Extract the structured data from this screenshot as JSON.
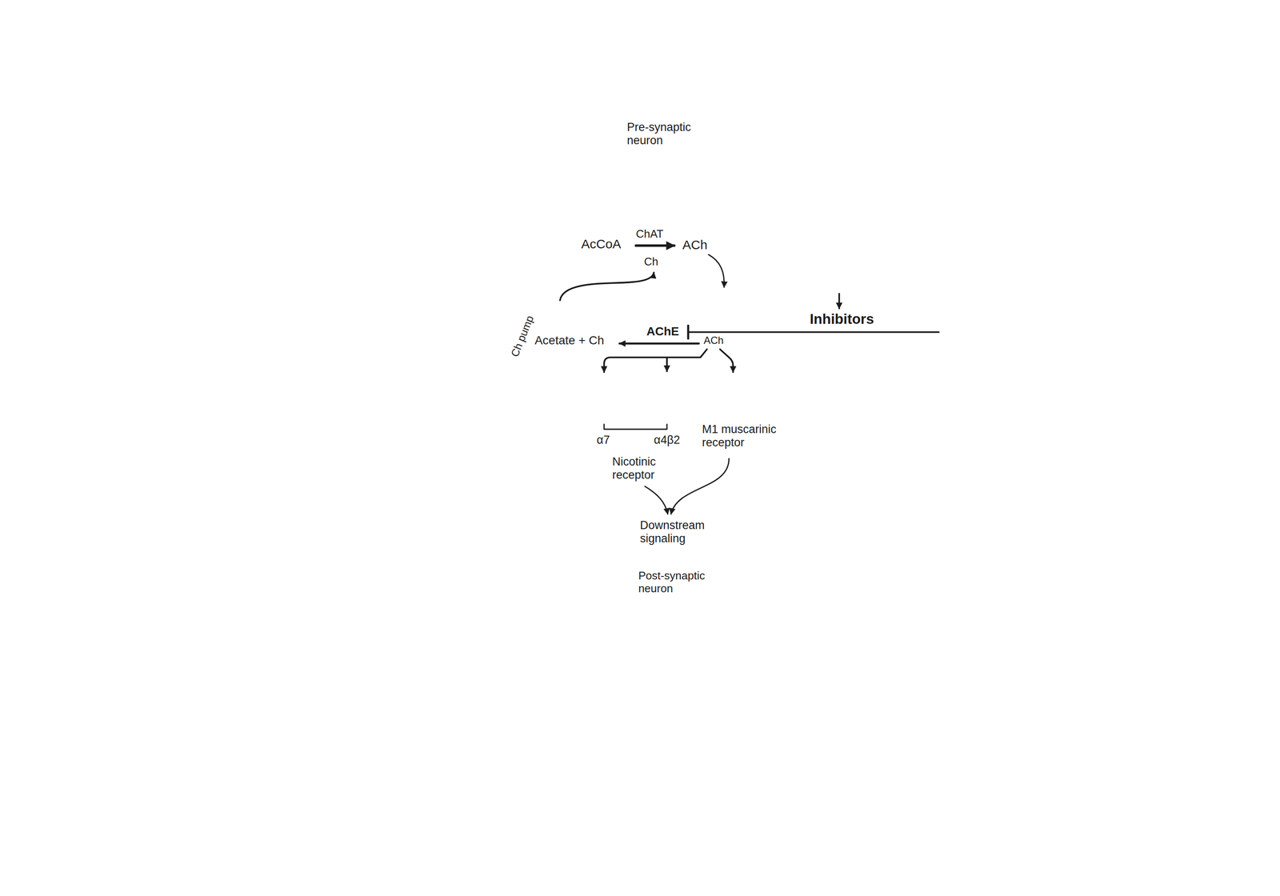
{
  "diagram": {
    "nodes": [
      {
        "text": [
          "Pre-synaptic neuron"
        ]
      },
      {
        "text": [
          "Ch pump"
        ]
      },
      {
        "text": [
          "Post-synaptic neuron"
        ]
      },
      {
        "text": [
          "α7"
        ],
        "in": 2
      },
      {
        "text": [
          "α4β2"
        ],
        "in": 2
      },
      {
        "text": [
          "M1 muscarinic receptor"
        ],
        "in": 2
      }
    ],
    "labels": [
      "AcCoA",
      "ChAT",
      "ACh",
      "Ch",
      "Inhibitors",
      "AChE",
      "Acetate + Ch",
      "ACh",
      "Nicotinic receptor",
      "Downstream signaling"
    ]
  }
}
